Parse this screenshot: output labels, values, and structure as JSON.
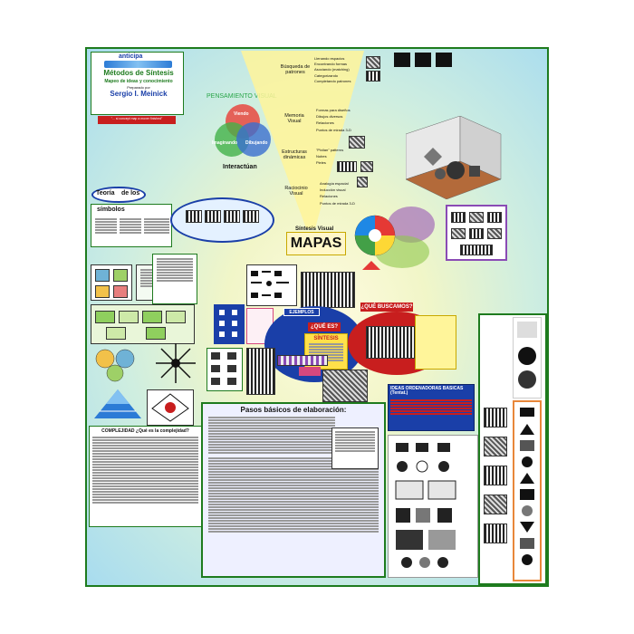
{
  "header": {
    "logo_text": "anticipa",
    "title": "Métodos de Síntesis",
    "subtitle": "Mapeo de ideas y conocimiento",
    "prepared_by": "Preparado por",
    "author": "Sergio I. Meinick",
    "quote": "\"... si concept map a mover finished\""
  },
  "visual_thinking": {
    "title": "PENSAMIENTO VISUAL",
    "circle_seeing": "Viendo",
    "circle_imagining": "Imaginando",
    "circle_drawing": "Dibujando",
    "interact": "Interactúan"
  },
  "funnel": {
    "sections": [
      {
        "title": "Búsqueda de patrones",
        "items": [
          "Llenando espacios",
          "Encontrando formas",
          "Asociando (matching)",
          "Categorizando",
          "Completando patrones"
        ]
      },
      {
        "title": "Memoria Visual",
        "items": [
          "Formas para diseños",
          "Dibujos diversos",
          "Relaciones",
          "Puntos de mirada 3-D"
        ]
      },
      {
        "title": "Estructuras dinámicas",
        "items": [
          "\"Pixilan\" patterns",
          "Nubes",
          "Pieles"
        ]
      },
      {
        "title": "Raciocinio Visual",
        "items": [
          "Analogía espacial",
          "Inducción visual",
          "Relaciones",
          "Puntos de mirada 3-D"
        ]
      }
    ]
  },
  "symbols": {
    "theory": "Teoría",
    "of_the": "de los",
    "symbols": "símbolos"
  },
  "synthesis": {
    "label": "Síntesis Visual",
    "main": "MAPAS"
  },
  "center": {
    "examples": "EJEMPLOS",
    "what_is": "¿QUÉ ES?",
    "what_we_seek": "¿QUÉ BUSCAMOS?",
    "synthesis_word": "SÍNTESIS"
  },
  "organizers": {
    "title": "IDEAS ORDENADORAS BASICAS (Tentat.)"
  },
  "complexity": {
    "title": "COMPLEJIDAD ¿Qué es la complejidad?"
  },
  "steps": {
    "title": "Pasos básicos de elaboración:"
  },
  "colors": {
    "frame": "#1e7b1e",
    "accent_red": "#c81e1e",
    "blue": "#1a3fa8"
  }
}
